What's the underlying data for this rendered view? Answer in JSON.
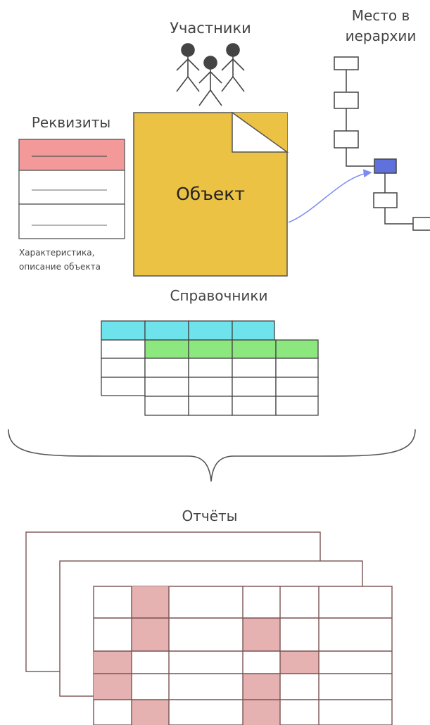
{
  "labels": {
    "participants": "Участники",
    "place_line1": "Место в",
    "place_line2": "иерархии",
    "requisites": "Реквизиты",
    "req_caption_line1": "Характеристика,",
    "req_caption_line2": "описание объекта",
    "object": "Объект",
    "references": "Справочники",
    "reports": "Отчёты"
  },
  "colors": {
    "object_fill": "#ecc244",
    "requisite_highlight": "#f4999a",
    "ref_header_cyan": "#6ee3ec",
    "ref_header_green": "#8ce77e",
    "report_highlight": "#e5b2b1",
    "hierarchy_selected": "#6070dd",
    "connector_arrow": "#7a8cf2",
    "outline": "#555555",
    "report_outline": "#7a5252"
  },
  "icons": {
    "participants": "people-icon",
    "hierarchy": "tree-icon",
    "document_fold": "folded-corner-icon"
  }
}
